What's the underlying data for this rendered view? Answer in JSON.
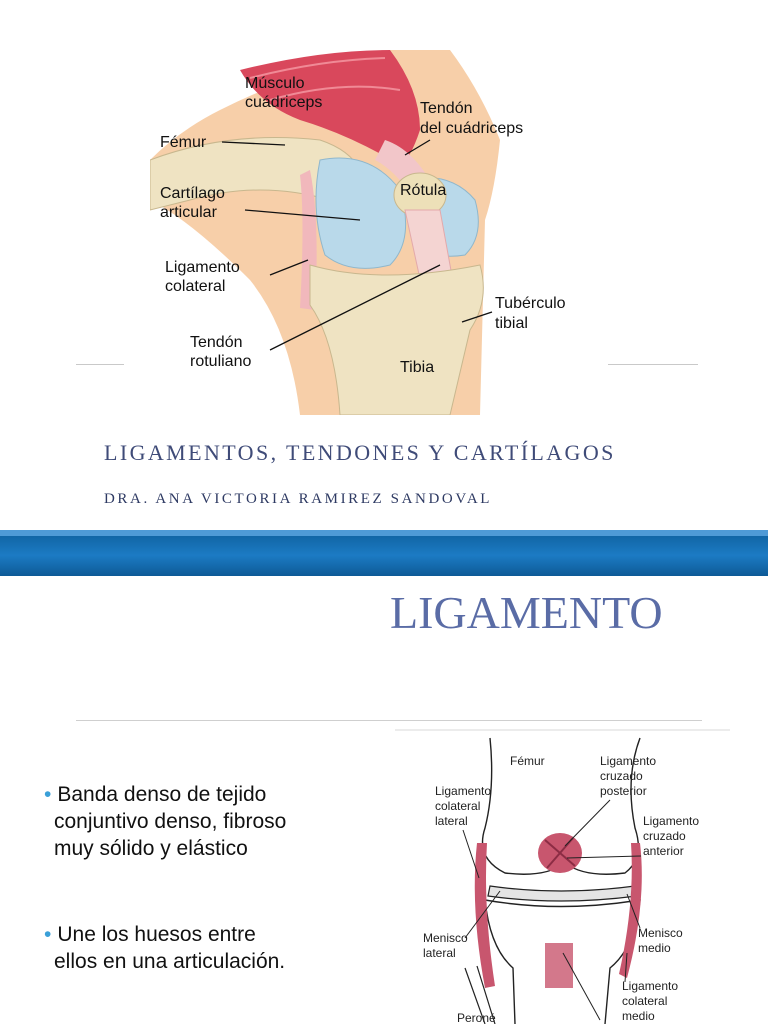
{
  "slide1": {
    "title": "LIGAMENTOS, TENDONES Y CARTÍLAGOS",
    "author": "DRA. ANA VICTORIA RAMIREZ SANDOVAL",
    "knee_labels": {
      "musculo1": "Músculo",
      "musculo2": "cuádriceps",
      "femur": "Fémur",
      "tendon_q1": "Tendón",
      "tendon_q2": "del cuádriceps",
      "cartilago1": "Cartílago",
      "cartilago2": "articular",
      "rotula": "Rótula",
      "ligamento1": "Ligamento",
      "ligamento2": "colateral",
      "tuberculo1": "Tubérculo",
      "tuberculo2": "tibial",
      "tendon_r1": "Tendón",
      "tendon_r2": "rotuliano",
      "tibia": "Tibia"
    }
  },
  "slide2": {
    "title": "LIGAMENTO",
    "bullets": [
      {
        "line1": "Banda denso de tejido",
        "line2": "conjuntivo denso, fibroso",
        "line3": "muy sólido y elástico"
      },
      {
        "line1": "Une los huesos entre",
        "line2": "ellos en una articulación."
      }
    ],
    "fig_labels": {
      "femur": "Fémur",
      "lcp1": "Ligamento",
      "lcp2": "cruzado",
      "lcp3": "posterior",
      "lcl1": "Ligamento",
      "lcl2": "colateral",
      "lcl3": "lateral",
      "lca1": "Ligamento",
      "lca2": "cruzado",
      "lca3": "anterior",
      "ml1": "Menisco",
      "ml2": "lateral",
      "mm1": "Menisco",
      "mm2": "medio",
      "lcm1": "Ligamento",
      "lcm2": "colateral",
      "lcm3": "medio",
      "perone": "Peroné"
    }
  },
  "colors": {
    "band": "#1c7bc4",
    "title2": "#5a6ca6",
    "bullet": "#3aa0d8"
  }
}
